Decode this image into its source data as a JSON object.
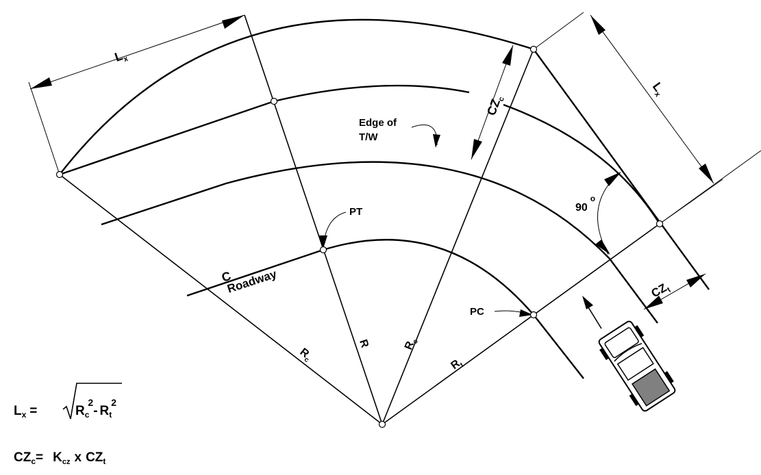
{
  "labels": {
    "lx_top": "L",
    "lx_top_sub": "x",
    "lx_right": "L",
    "lx_right_sub": "x",
    "czc": "CZ",
    "czc_sub": "c",
    "edge_tw_line1": "Edge of",
    "edge_tw_line2": "T/W",
    "angle": "90",
    "angle_deg": "o",
    "pt": "PT",
    "pc": "PC",
    "cl_symbol": "C",
    "roadway": "Roadway",
    "rc_left": "R",
    "rc_left_sub": "c",
    "r_center": "R",
    "rc_center": "R",
    "rc_center_sub": "c",
    "rt": "R",
    "rt_sub": "t",
    "czt": "CZ",
    "czt_sub": "t"
  },
  "formulas": {
    "lx": {
      "lhs": "L",
      "lhs_sub": "x",
      "eq": "=",
      "r1": "R",
      "r1_sub": "c",
      "r1_sup": "2",
      "minus": "-",
      "r2": "R",
      "r2_sub": "t",
      "r2_sup": "2"
    },
    "czc": {
      "lhs": "CZ",
      "lhs_sub": "c",
      "eq": "=",
      "k": "K",
      "k_sub": "cz",
      "times": "x",
      "czt": "CZ",
      "czt_sub": "t"
    }
  },
  "colors": {
    "line": "#000000",
    "truck_cargo": "#808080",
    "background": "#ffffff"
  },
  "icons": {
    "truck": "pickup-truck-icon",
    "travel_direction": "arrow-up-icon",
    "centerline": "centerline-symbol-icon"
  }
}
